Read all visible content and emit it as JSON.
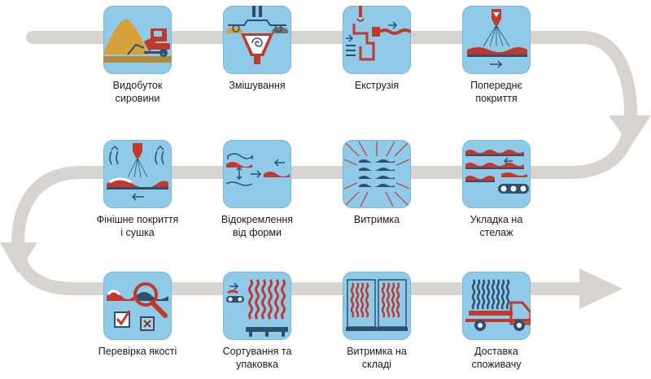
{
  "colors": {
    "path": "#d6d3d1",
    "tile": "#8fcbe8",
    "accent": "#c0392b",
    "ink": "#2f4f6f"
  },
  "steps": [
    {
      "icon": "excavator-icon",
      "label": [
        "Видобуток",
        "сировини"
      ]
    },
    {
      "icon": "mixer-icon",
      "label": [
        "Змішування"
      ]
    },
    {
      "icon": "extruder-icon",
      "label": [
        "Екструзія"
      ]
    },
    {
      "icon": "spray-coating-icon",
      "label": [
        "Попереднє",
        "покриття"
      ]
    },
    {
      "icon": "finish-coating-drying-icon",
      "label": [
        "Фінішне покриття",
        "і сушка"
      ]
    },
    {
      "icon": "demolding-icon",
      "label": [
        "Відокремлення",
        "від форми"
      ]
    },
    {
      "icon": "curing-icon",
      "label": [
        "Витримка"
      ]
    },
    {
      "icon": "rack-stacking-icon",
      "label": [
        "Укладка на",
        "стелаж"
      ]
    },
    {
      "icon": "quality-check-icon",
      "label": [
        "Перевірка якості"
      ]
    },
    {
      "icon": "sorting-packing-icon",
      "label": [
        "Сортування та",
        "упаковка"
      ]
    },
    {
      "icon": "warehouse-curing-icon",
      "label": [
        "Витримка на",
        "складі"
      ]
    },
    {
      "icon": "delivery-truck-icon",
      "label": [
        "Доставка",
        "споживачу"
      ]
    }
  ]
}
